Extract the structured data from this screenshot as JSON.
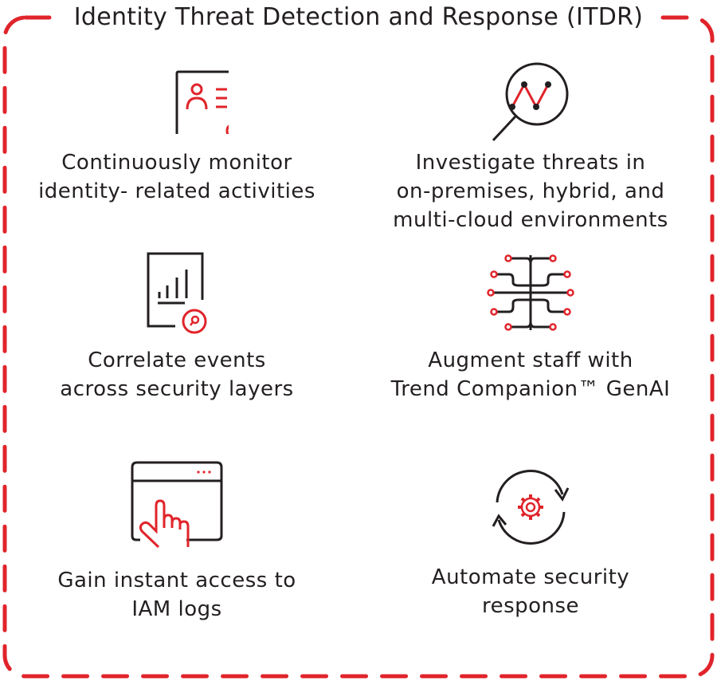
{
  "title": "Identity Threat Detection and Response (ITDR)",
  "colors": {
    "accent": "#e0242b",
    "ink": "#231f20"
  },
  "items": [
    {
      "icon": "identity-monitor-icon",
      "lines": [
        "Continuously monitor",
        "identity- related activities"
      ]
    },
    {
      "icon": "magnifier-chart-icon",
      "lines": [
        "Investigate threats in",
        "on-premises, hybrid, and",
        "multi-cloud environments"
      ]
    },
    {
      "icon": "report-search-icon",
      "lines": [
        "Correlate events",
        "across security layers"
      ]
    },
    {
      "icon": "ai-network-icon",
      "lines": [
        "Augment staff with",
        "Trend Companion™ GenAI"
      ]
    },
    {
      "icon": "window-touch-icon",
      "lines": [
        "Gain instant access to",
        "IAM logs"
      ]
    },
    {
      "icon": "gear-cycle-icon",
      "lines": [
        "Automate security",
        "response"
      ]
    }
  ]
}
